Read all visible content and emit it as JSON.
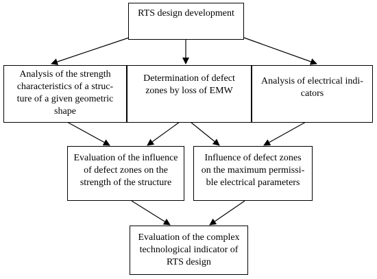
{
  "diagram": {
    "top": {
      "text": "RTS design development"
    },
    "left": {
      "text": "Analysis of the strength\ncharacteristics of a struc-\nture of a given geometric\nshape"
    },
    "center": {
      "text": "Determination of defect\nzones by loss of EMW"
    },
    "right": {
      "text": "Analysis of electrical indi-\ncators"
    },
    "mid_left": {
      "text": "Evaluation of the influence\nof defect zones on the\nstrength of the structure"
    },
    "mid_right": {
      "text": "Influence of defect zones\non the maximum permissi-\nble electrical parameters"
    },
    "bottom": {
      "text": "Evaluation of the complex\ntechnological indicator of\nRTS design"
    }
  }
}
